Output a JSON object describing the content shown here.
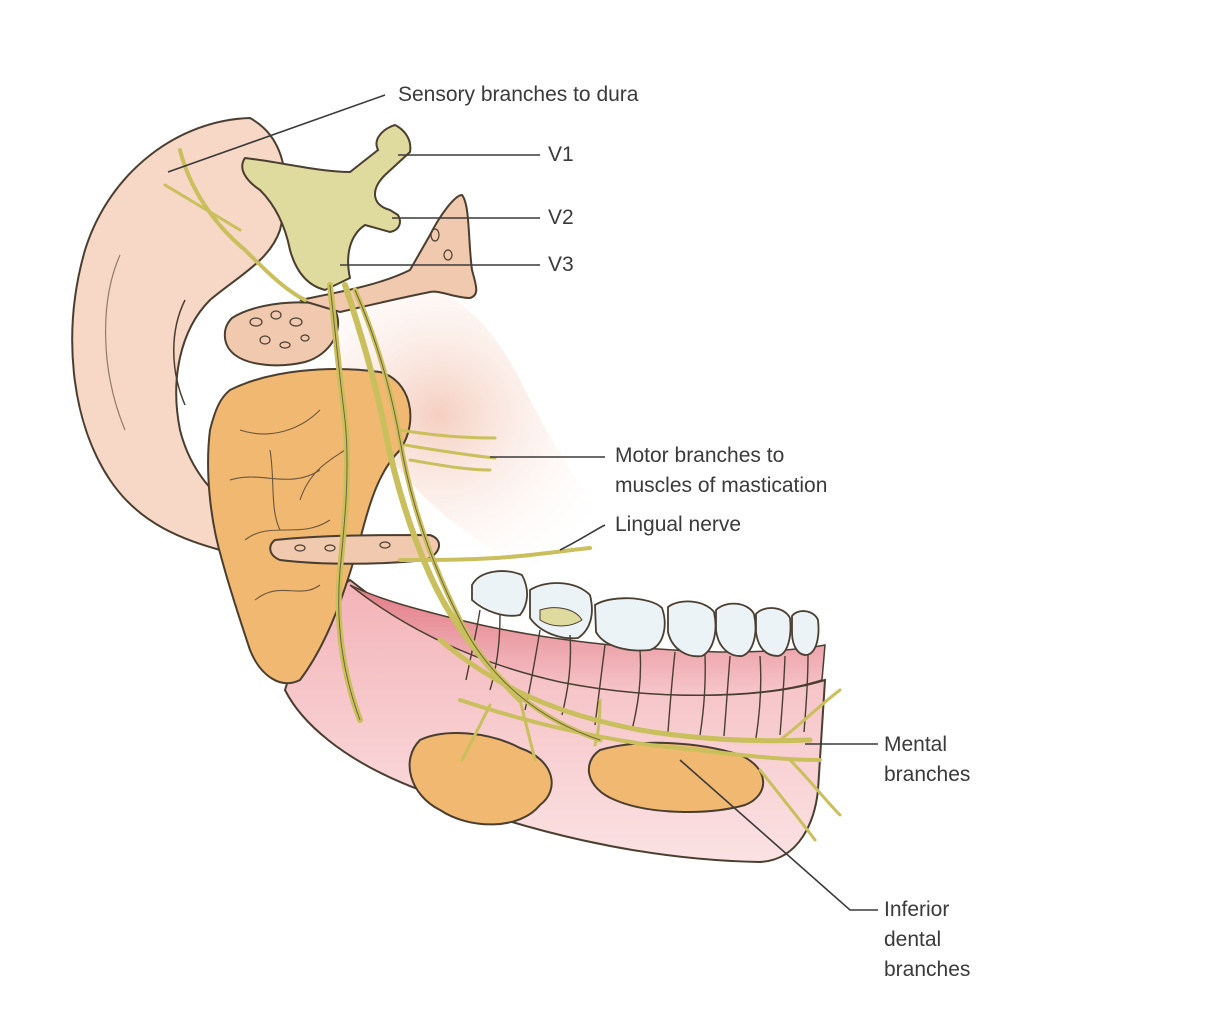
{
  "colors": {
    "background": "#ffffff",
    "text": "#3a3a3a",
    "leader": "#3a3a3a",
    "outline": "#4a3e30",
    "ear": "#f7d7c5",
    "parotid": "#f0b870",
    "nerve": "#c9bf5c",
    "ganglion": "#dfda9e",
    "bone": "#f1c9ae",
    "gum": "#e8878f",
    "tooth": "#ecf3f7"
  },
  "labels": {
    "sensory": "Sensory branches to dura",
    "v1": "V1",
    "v2": "V2",
    "v3": "V3",
    "motor_line1": "Motor branches to",
    "motor_line2": "muscles of mastication",
    "lingual": "Lingual nerve",
    "mental_line1": "Mental",
    "mental_line2": "branches",
    "inferior_line1": "Inferior",
    "inferior_line2": "dental",
    "inferior_line3": "branches"
  }
}
